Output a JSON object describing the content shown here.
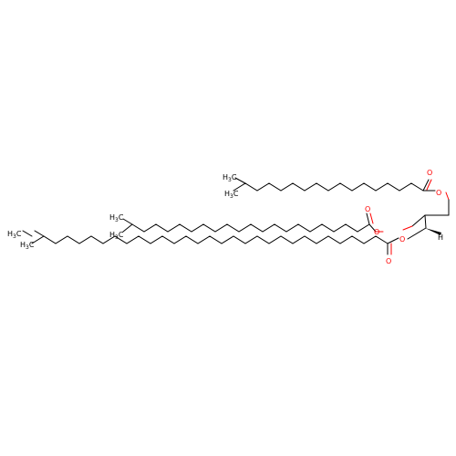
{
  "colors": {
    "bond": "#000000",
    "oxygen": "#ff0000",
    "background": "#ffffff"
  },
  "atom_labels": {
    "o_ester": "O",
    "o_carbonyl": "O",
    "h": "H",
    "ch3": "H",
    "ch3_sub": "3",
    "ch3_c": "C"
  }
}
